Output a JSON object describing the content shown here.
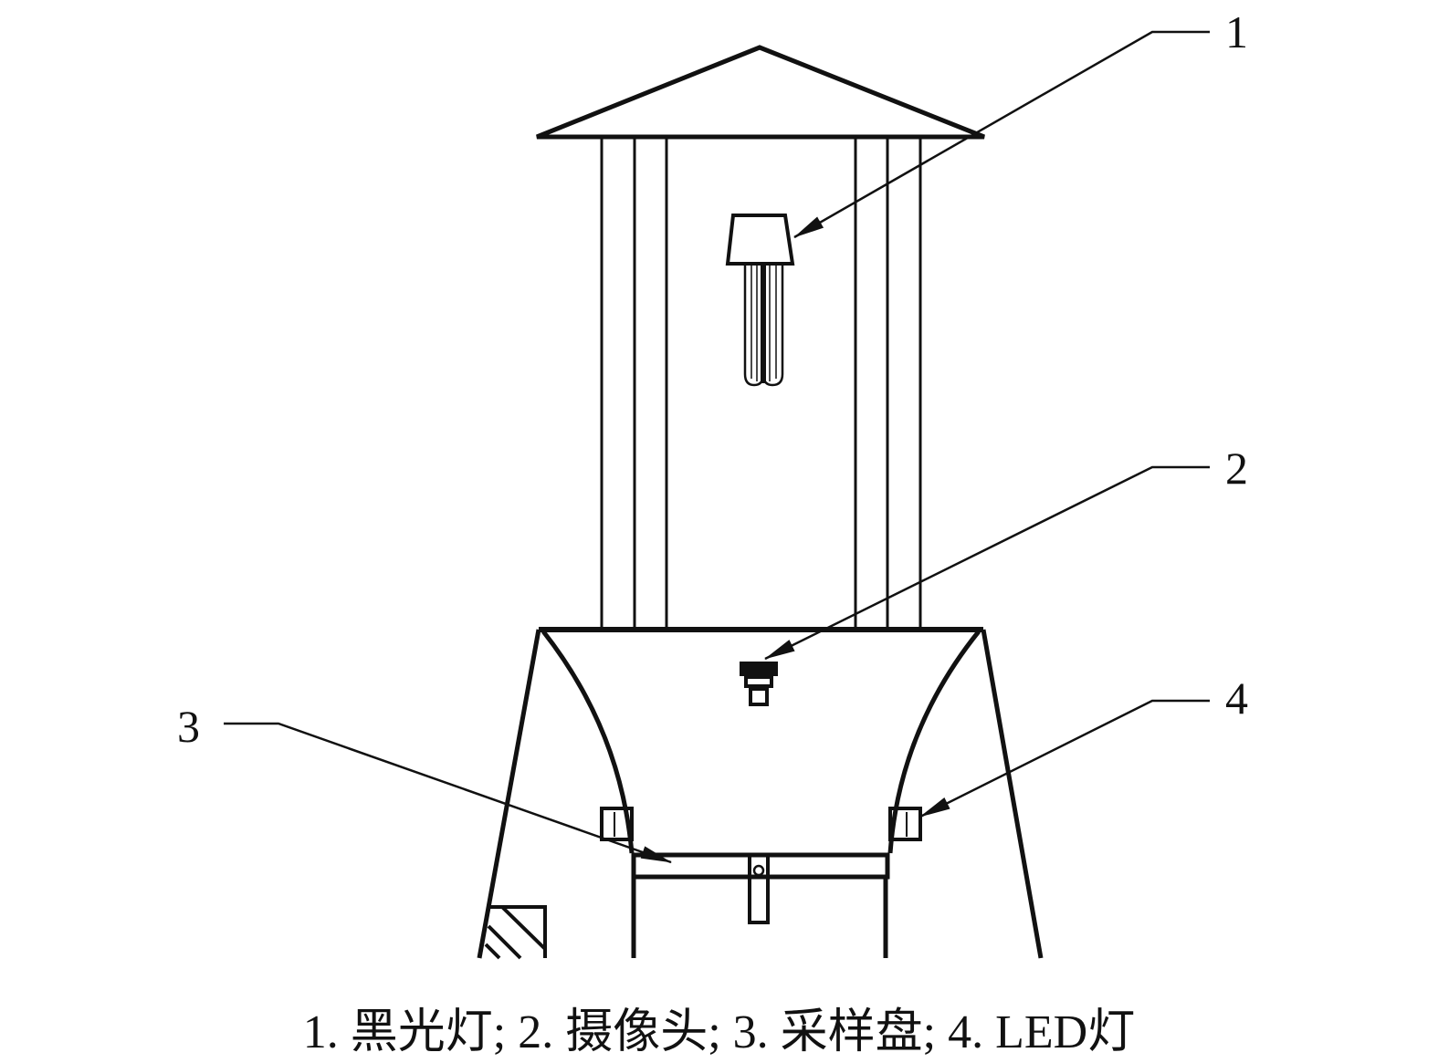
{
  "labels": {
    "l1": "1",
    "l2": "2",
    "l3": "3",
    "l4": "4"
  },
  "caption": "1. 黑光灯; 2. 摄像头; 3. 采样盘; 4. LED灯",
  "colors": {
    "line": "#111111",
    "background": "#ffffff"
  }
}
